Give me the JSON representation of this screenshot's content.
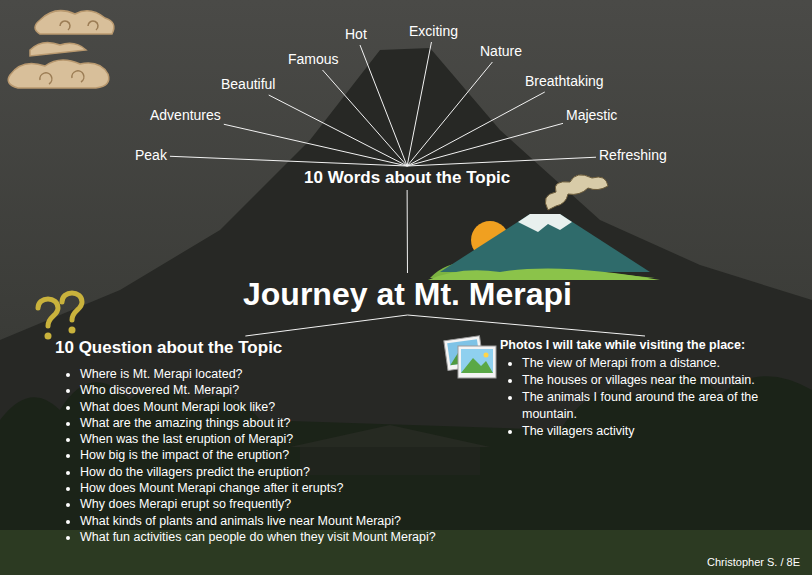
{
  "diagram": {
    "nodes": [
      {
        "text": [
          "Journey at Mt. Merapi"
        ]
      },
      {
        "text": [
          "10 Words about the Topic"
        ]
      },
      {
        "text": [
          "Peak"
        ]
      },
      {
        "text": [
          "Adventures"
        ]
      },
      {
        "text": [
          "Beautiful"
        ]
      },
      {
        "text": [
          "Famous"
        ]
      },
      {
        "text": [
          "Hot"
        ]
      },
      {
        "text": [
          "Exciting"
        ]
      },
      {
        "text": [
          "Nature"
        ]
      },
      {
        "text": [
          "Breathtaking"
        ]
      },
      {
        "text": [
          "Majestic"
        ]
      },
      {
        "text": [
          "Refreshing"
        ]
      },
      {
        "text": [
          "10 Question about the Topic",
          "Where is Mt. Merapi located?",
          "Who discovered Mt. Merapi?",
          "What does Mount Merapi look like?",
          "What are the amazing things about it?",
          "When was the last eruption of Merapi?",
          "How big is the impact of the eruption?",
          "How do the villagers predict the eruption?",
          "How does Mount Merapi change after it erupts?",
          "Why does Merapi erupt so frequently?",
          "What kinds of plants and animals live near Mount Merapi?",
          "What fun activities can people do when they visit Mount Merapi?"
        ]
      },
      {
        "text": [
          "Photos I will take while visiting the place:",
          "The view of Merapi from a distance.",
          "The houses or villages near the mountain.",
          "The animals I found around the area of the mountain.",
          "The villagers activity"
        ]
      }
    ],
    "edges": [
      {
        "from": 1,
        "to": 2,
        "arrow": "none"
      },
      {
        "from": 1,
        "to": 3,
        "arrow": "none"
      },
      {
        "from": 1,
        "to": 4,
        "arrow": "none"
      },
      {
        "from": 1,
        "to": 5,
        "arrow": "none"
      },
      {
        "from": 1,
        "to": 6,
        "arrow": "none"
      },
      {
        "from": 1,
        "to": 7,
        "arrow": "none"
      },
      {
        "from": 1,
        "to": 8,
        "arrow": "none"
      },
      {
        "from": 1,
        "to": 9,
        "arrow": "none"
      },
      {
        "from": 1,
        "to": 10,
        "arrow": "none"
      },
      {
        "from": 1,
        "to": 11,
        "arrow": "none"
      },
      {
        "from": 1,
        "to": 0,
        "arrow": "none"
      },
      {
        "from": 0,
        "to": 12,
        "arrow": "none"
      },
      {
        "from": 0,
        "to": 13,
        "arrow": "none"
      }
    ],
    "labels": [
      "Christopher S. / 8E"
    ]
  }
}
